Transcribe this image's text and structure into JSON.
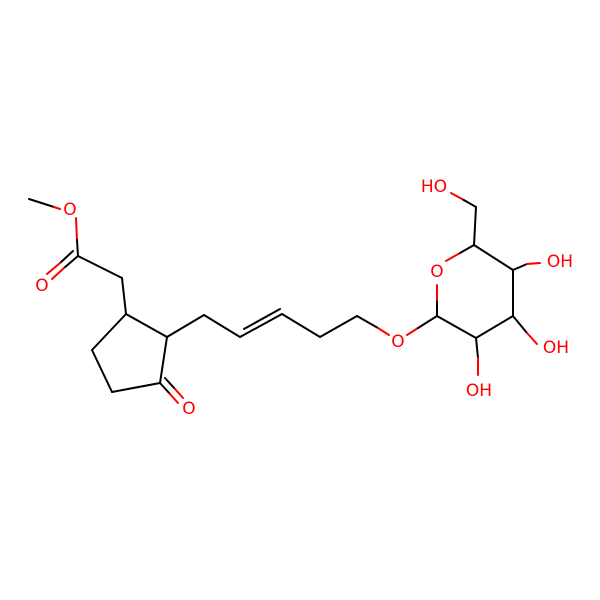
{
  "colors": {
    "bond": "#000000",
    "oxygen": "#ff0000",
    "background": "#ffffff"
  },
  "labels": {
    "ester_o": "O",
    "carbonyl_o": "O",
    "ketone_o": "O",
    "ring_o": "O",
    "glycosidic_o": "O",
    "ch2oh": "HO",
    "oh_4": "OH",
    "oh_3": "OH",
    "oh_2": "OH"
  }
}
